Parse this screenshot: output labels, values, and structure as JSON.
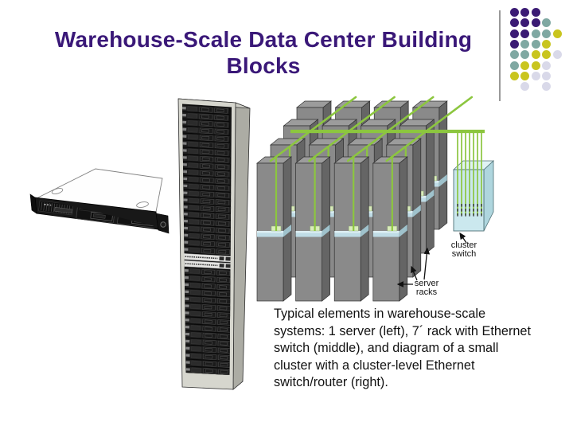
{
  "slide": {
    "title_line1": "Warehouse-Scale Data Center Building",
    "title_line2": "Blocks"
  },
  "caption": {
    "lines": [
      "Typical elements in warehouse-scale",
      "systems: 1 server (left), 7´ rack with Ethernet",
      "switch (middle), and diagram of a small",
      "cluster with a cluster-level Ethernet",
      "switch/router (right)."
    ]
  },
  "diagram": {
    "labels": {
      "cluster_switch": "cluster\nswitch",
      "server_racks": "server\nracks"
    }
  },
  "dot_pattern": {
    "rows": [
      "PPP..",
      "PPPT.",
      "PPTTY",
      "PTTY.",
      "TTYYL",
      "TYYL.",
      "YYLL.",
      ".L.L."
    ],
    "palette": {
      "P": "#3B1B74",
      "T": "#7FA8A2",
      "Y": "#C9C51F",
      "L": "#D9D9E9"
    }
  },
  "colors": {
    "title": "#3A1878",
    "caption_text": "#121212",
    "divider": "#999999",
    "cable_green": "#8CC63F",
    "connector_green": "#DAECBB",
    "tower_front": "#8A8A8A",
    "tower_side": "#656565",
    "tower_top": "#9C9C9C",
    "tower_outline": "#2F2F2F",
    "band_blue": "#BFDCE6",
    "band_blue_light": "#DCEEF3",
    "band_side": "#9FC2CC",
    "switch_front": "#CBE8EE",
    "switch_side": "#AFD6DE",
    "switch_top": "#E0F2F4",
    "switch_outline": "#4E7076",
    "port_dash": "#3A3A3A",
    "rack_frame": "#D6D6CE",
    "rack_frame_top": "#CFCFC7",
    "rack_side": "#ACACA4",
    "rack_outline": "#2E2E2E",
    "unit_dark": "#212121",
    "switch_unit_light": "#E4E4E2",
    "arrow": "#111111",
    "server_body": "#181818"
  }
}
